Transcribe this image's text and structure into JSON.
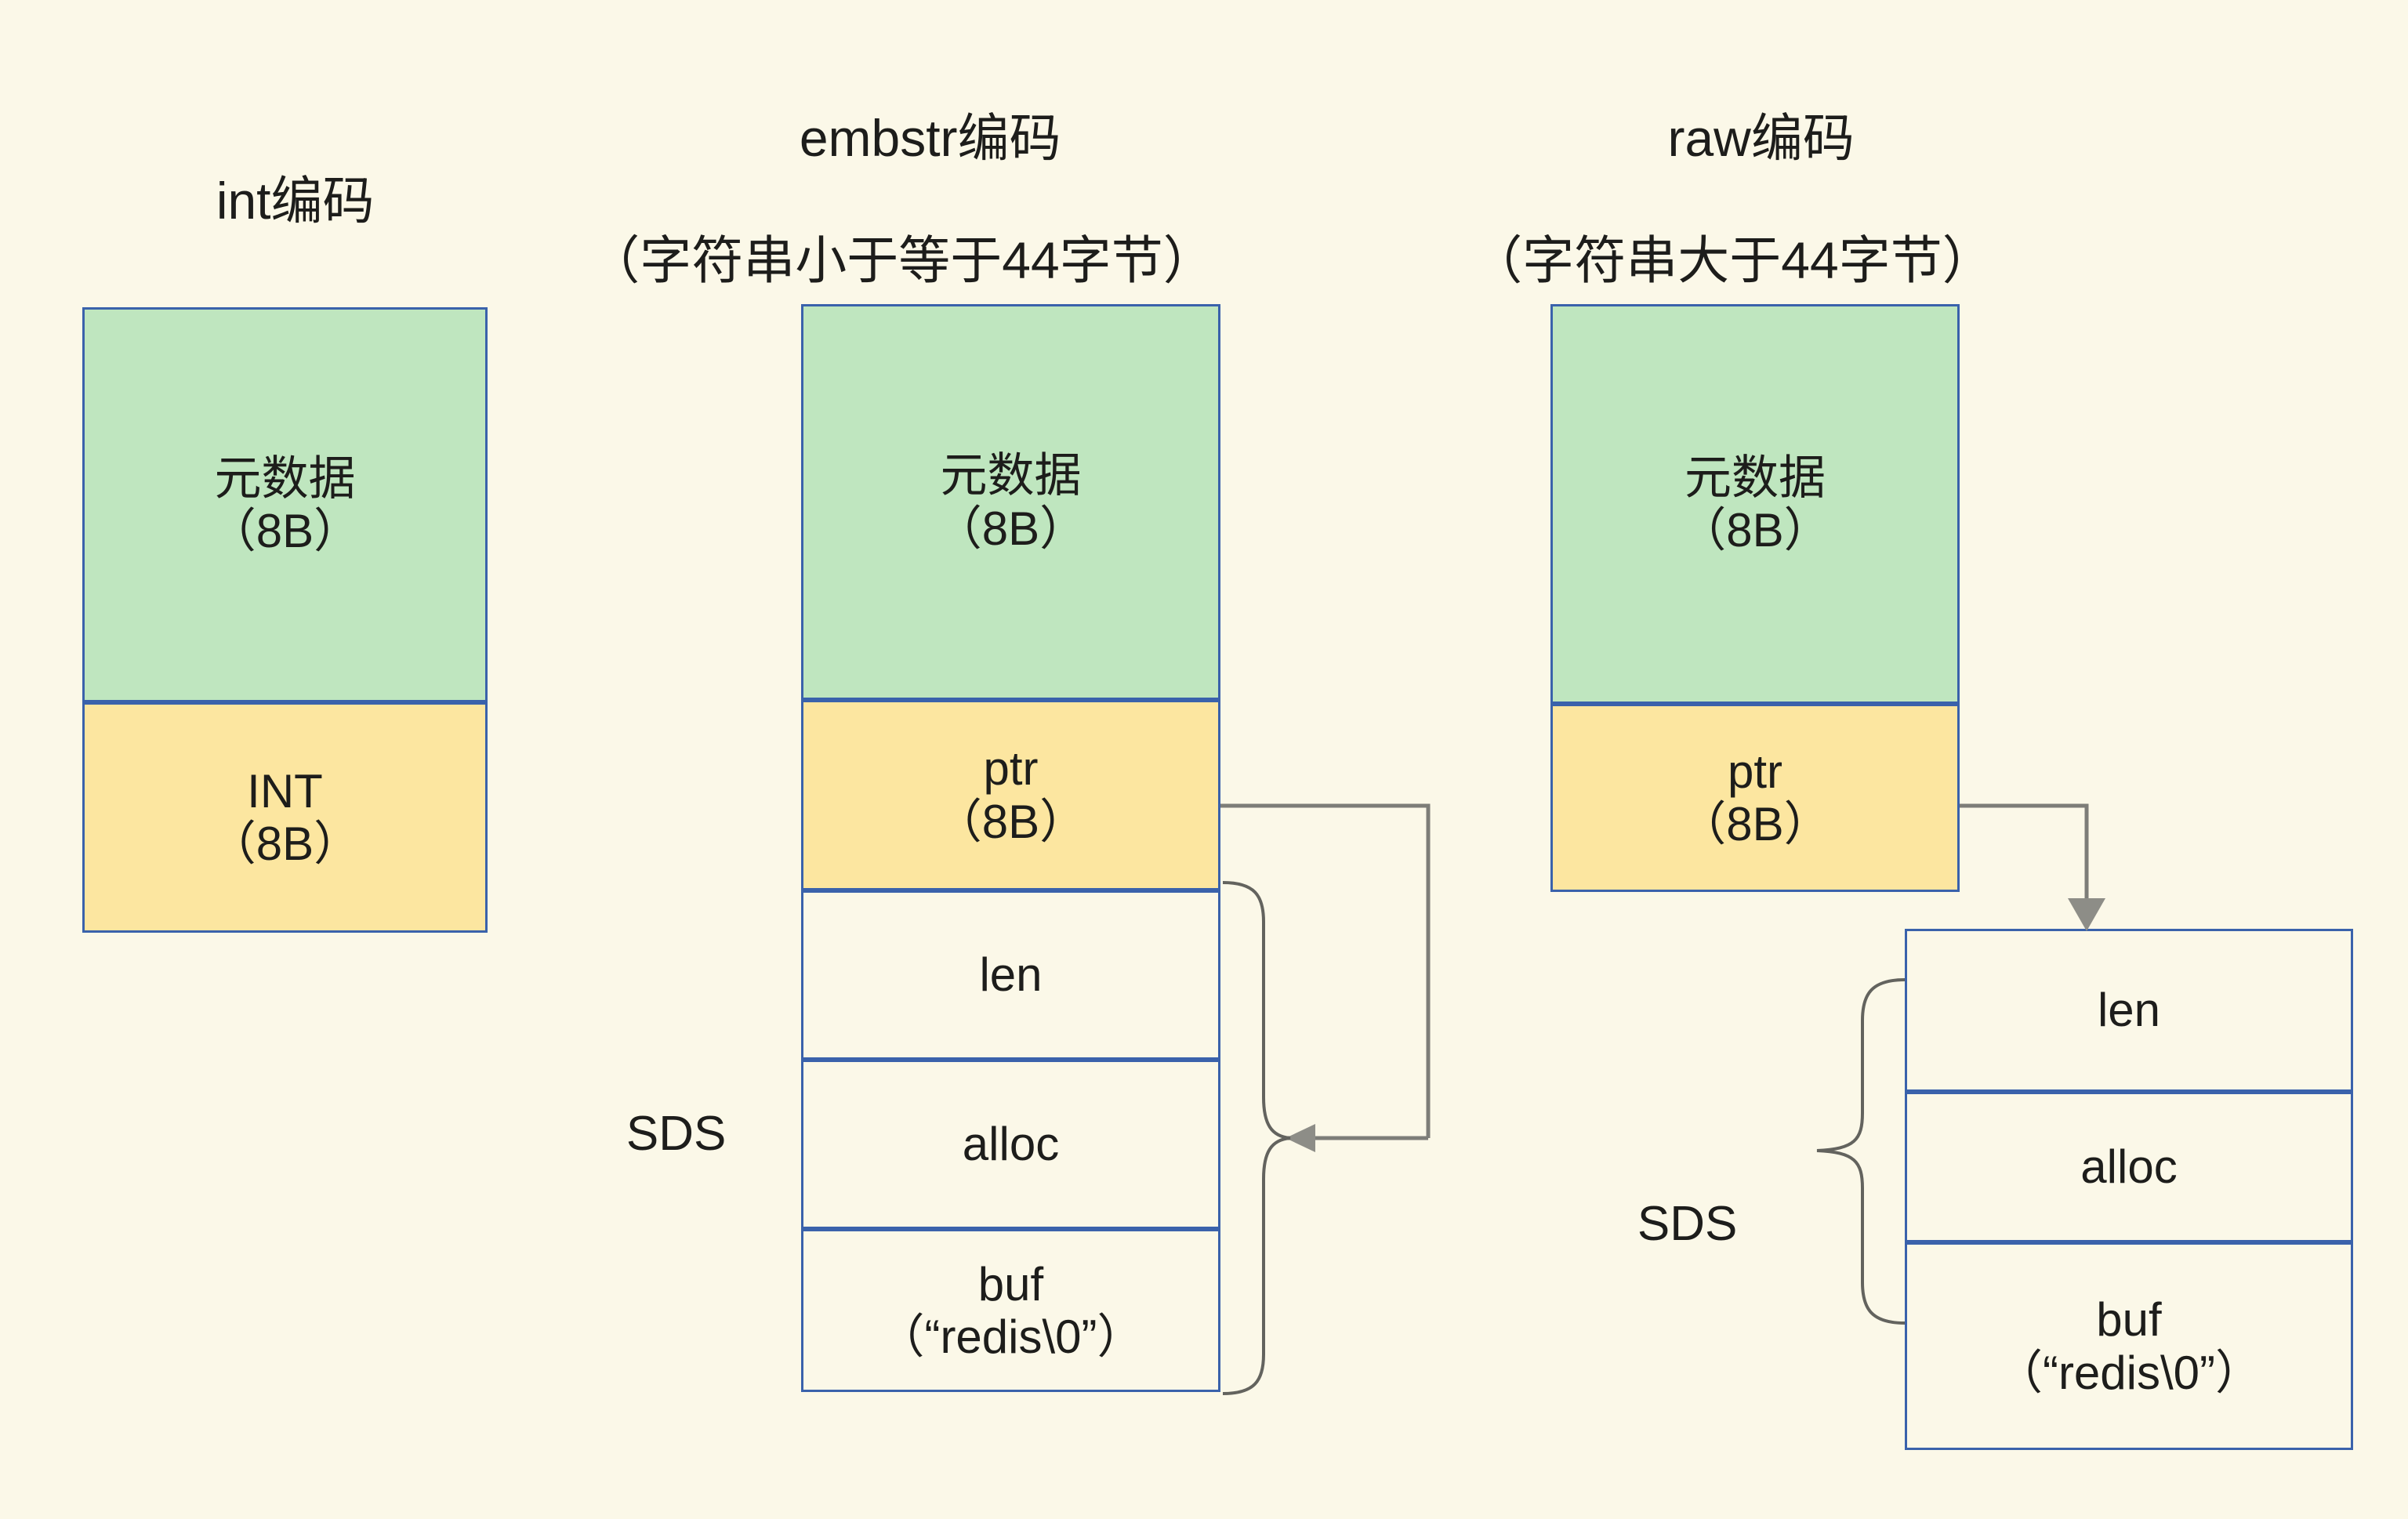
{
  "diagram": {
    "title_present": false,
    "background_color": "#fbf8e8",
    "box_border_color": "#3a62ab",
    "metadata_fill": "#bfe6bf",
    "pointer_fill": "#fce6a0",
    "plain_fill": "#fbf8e8",
    "connector_color": "#7d7d78"
  },
  "columns": [
    {
      "id": "int",
      "heading_line1": "int编码",
      "heading_line2": "",
      "boxes": [
        {
          "id": "metadata",
          "label": "元数据",
          "sub": "（8B）",
          "fill": "green"
        },
        {
          "id": "int-value",
          "label": "INT",
          "sub": "（8B）",
          "fill": "yellow"
        }
      ],
      "sds_label": "",
      "sds_boxes": []
    },
    {
      "id": "embstr",
      "heading_line1": "embstr编码",
      "heading_line2": "（字符串小于等于44字节）",
      "boxes": [
        {
          "id": "metadata",
          "label": "元数据",
          "sub": "（8B）",
          "fill": "green"
        },
        {
          "id": "ptr",
          "label": "ptr",
          "sub": "（8B）",
          "fill": "yellow"
        }
      ],
      "sds_label": "SDS",
      "sds_boxes": [
        {
          "id": "len",
          "label": "len",
          "sub": ""
        },
        {
          "id": "alloc",
          "label": "alloc",
          "sub": ""
        },
        {
          "id": "buf",
          "label": "buf",
          "sub": "（“redis\\0”）"
        }
      ]
    },
    {
      "id": "raw",
      "heading_line1": "raw编码",
      "heading_line2": "（字符串大于44字节）",
      "boxes": [
        {
          "id": "metadata",
          "label": "元数据",
          "sub": "（8B）",
          "fill": "green"
        },
        {
          "id": "ptr",
          "label": "ptr",
          "sub": "（8B）",
          "fill": "yellow"
        }
      ],
      "sds_label": "SDS",
      "sds_boxes": [
        {
          "id": "len",
          "label": "len",
          "sub": ""
        },
        {
          "id": "alloc",
          "label": "alloc",
          "sub": ""
        },
        {
          "id": "buf",
          "label": "buf",
          "sub": "（“redis\\0”）"
        }
      ]
    }
  ]
}
